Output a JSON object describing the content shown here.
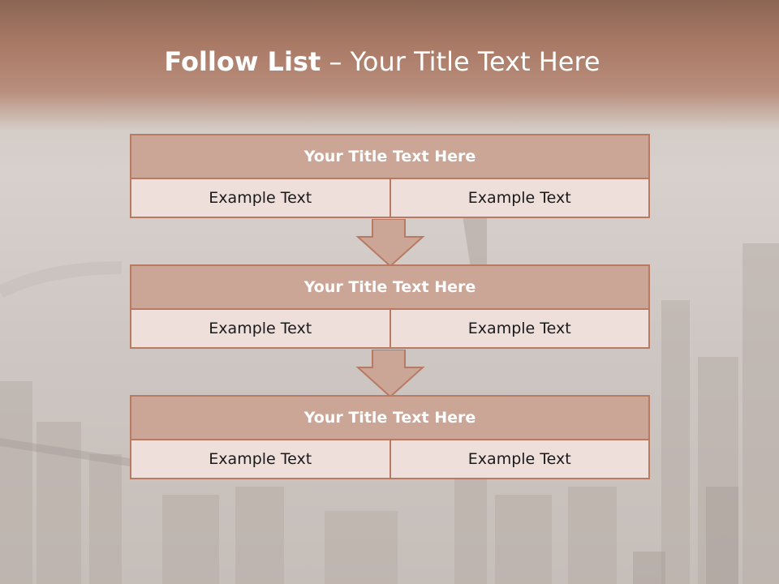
{
  "slide": {
    "title_bold": "Follow List",
    "title_rest": " – Your Title Text Here"
  },
  "blocks": [
    {
      "title": "Your Title Text Here",
      "left": "Example Text",
      "right": "Example Text"
    },
    {
      "title": "Your Title Text Here",
      "left": "Example Text",
      "right": "Example Text"
    },
    {
      "title": "Your Title Text Here",
      "left": "Example Text",
      "right": "Example Text"
    }
  ],
  "colors": {
    "accent": "#b97a63",
    "header_fill": "#cba696",
    "cell_fill": "#eedfdb"
  }
}
